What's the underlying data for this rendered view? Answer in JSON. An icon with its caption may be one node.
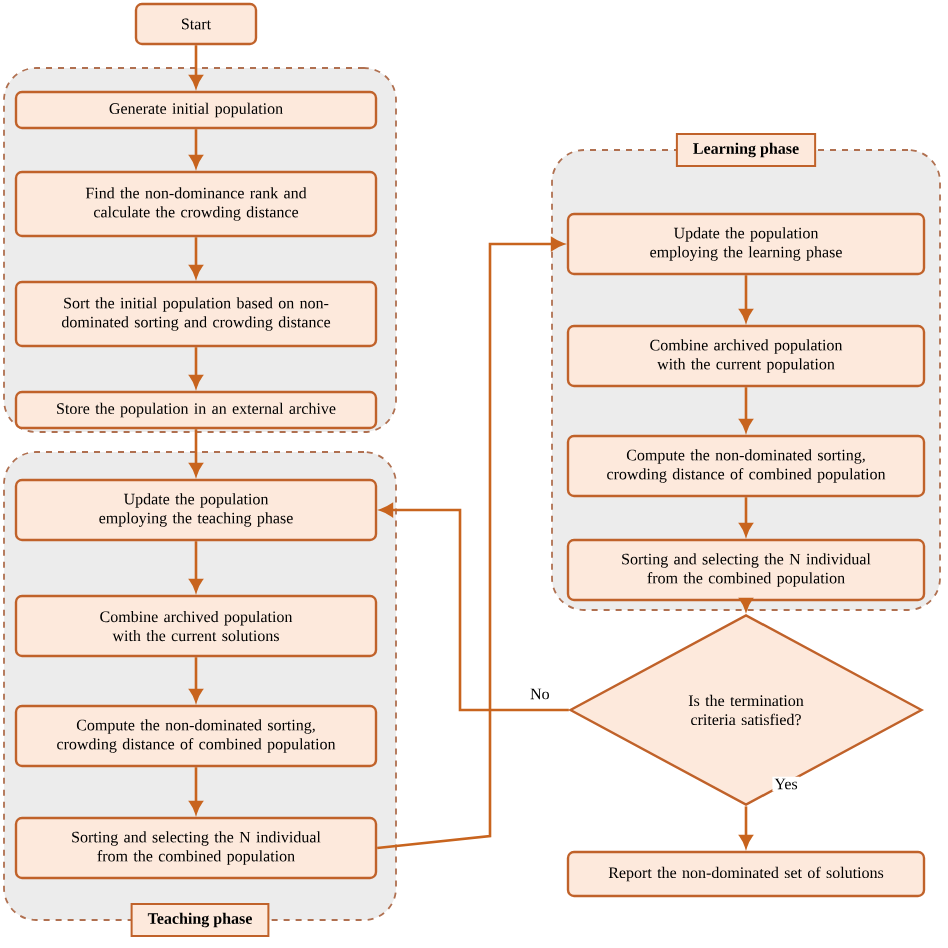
{
  "diagram": {
    "nodes": [
      {
        "text": [
          "Start"
        ]
      },
      {
        "text": [],
        "shape": "box"
      },
      {
        "text": [
          "Generate initial population"
        ],
        "in": 1
      },
      {
        "text": [
          "Find the non-dominance rank and calculate the crowding distance"
        ],
        "in": 1
      },
      {
        "text": [
          "Sort the initial population based on non-dominated sorting and crowding distance"
        ],
        "in": 1
      },
      {
        "text": [
          "Store the population in an external archive"
        ],
        "in": 1
      },
      {
        "text": [
          "Teaching phase"
        ]
      },
      {
        "text": [
          "Update the population employing the teaching phase"
        ],
        "in": 6
      },
      {
        "text": [
          "Combine archived population with the current solutions"
        ],
        "in": 6
      },
      {
        "text": [
          "Compute the non-dominated sorting, crowding distance of combined population"
        ],
        "in": 6
      },
      {
        "text": [
          "Sorting and selecting the N individual from the combined population"
        ],
        "in": 6
      },
      {
        "text": [
          "Learning phase"
        ]
      },
      {
        "text": [
          "Update the population employing the learning phase"
        ],
        "in": 11
      },
      {
        "text": [
          "Combine archived population with the current population"
        ],
        "in": 11
      },
      {
        "text": [
          "Compute the non-dominated sorting, crowding distance of combined population"
        ],
        "in": 11
      },
      {
        "text": [
          "Sorting and selecting the N individual from the combined population"
        ],
        "in": 11
      },
      {
        "text": [
          "Is the termination criteria satisfied?"
        ]
      },
      {
        "text": [
          "Report the non-dominated set of solutions"
        ]
      }
    ],
    "edges": [
      {
        "from": 0,
        "to": 2,
        "arrow": "to"
      },
      {
        "from": 2,
        "to": 3,
        "arrow": "to"
      },
      {
        "from": 3,
        "to": 4,
        "arrow": "to"
      },
      {
        "from": 4,
        "to": 5,
        "arrow": "to"
      },
      {
        "from": 5,
        "to": 7,
        "arrow": "to"
      },
      {
        "from": 7,
        "to": 8,
        "arrow": "to"
      },
      {
        "from": 8,
        "to": 9,
        "arrow": "to"
      },
      {
        "from": 9,
        "to": 10,
        "arrow": "to"
      },
      {
        "from": 10,
        "to": 12,
        "arrow": "to"
      },
      {
        "from": 12,
        "to": 13,
        "arrow": "to"
      },
      {
        "from": 13,
        "to": 14,
        "arrow": "to"
      },
      {
        "from": 14,
        "to": 15,
        "arrow": "to"
      },
      {
        "from": 15,
        "to": 16,
        "arrow": "to"
      },
      {
        "from": 16,
        "to": 7,
        "arrow": "to",
        "label": "No"
      },
      {
        "from": 16,
        "to": 17,
        "arrow": "to",
        "label": "Yes"
      }
    ]
  }
}
